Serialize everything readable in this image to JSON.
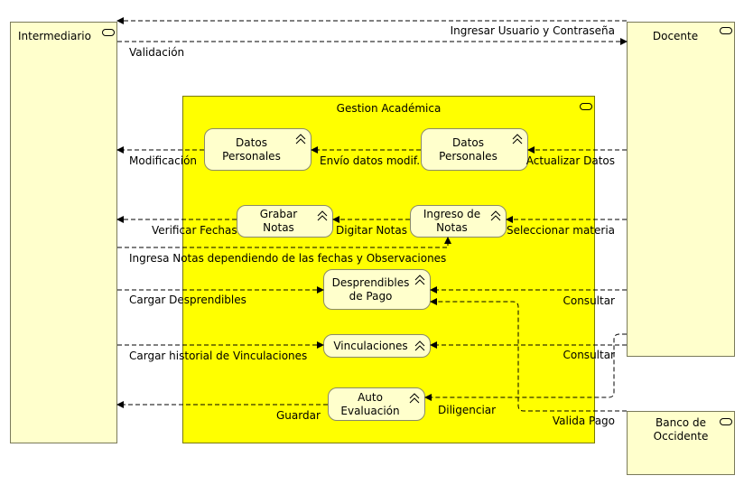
{
  "nodes": {
    "intermediario": "Intermediario",
    "docente": "Docente",
    "banco": "Banco de Occidente",
    "gestion": "Gestion Académica",
    "datos_personales_left": "Datos Personales",
    "datos_personales_right": "Datos Personales",
    "grabar_notas": "Grabar Notas",
    "ingreso_notas": "Ingreso de Notas",
    "desprendibles": "Desprendibles de Pago",
    "vinculaciones": "Vinculaciones",
    "auto_evaluacion": "Auto Evaluación"
  },
  "flows": {
    "ingresar_usuario": "Ingresar Usuario y Contraseña",
    "validacion": "Validación",
    "modificacion": "Modificación",
    "envio_datos": "Envío datos modif.",
    "actualizar_datos": "Actualizar Datos",
    "verificar_fechas": "Verificar Fechas",
    "digitar_notas": "Digitar Notas",
    "seleccionar_materia": "Seleccionar materia",
    "ingresa_notas": "Ingresa Notas dependiendo de las fechas y Observaciones",
    "cargar_desprendibles": "Cargar Desprendibles",
    "consultar_1": "Consultar",
    "cargar_historial": "Cargar historial de Vinculaciones",
    "consultar_2": "Consultar",
    "guardar": "Guardar",
    "diligenciar": "Diligenciar",
    "valida_pago": "Valida Pago"
  }
}
